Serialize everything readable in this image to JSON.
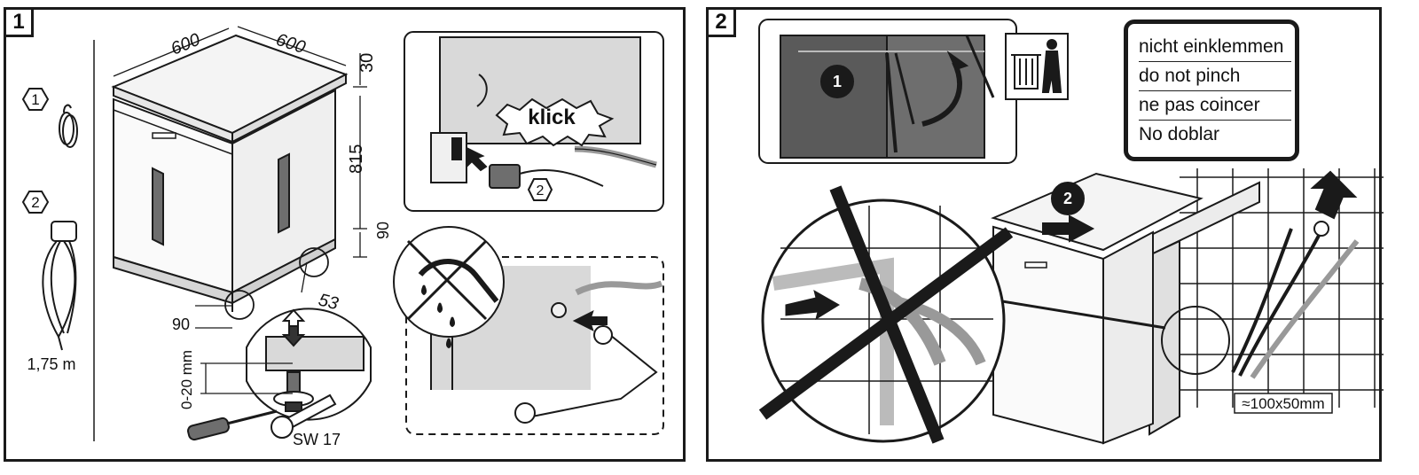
{
  "panels": [
    {
      "number": "1",
      "parts": [
        {
          "badge": "1",
          "name": "hose clip"
        },
        {
          "badge": "2",
          "name": "power cable",
          "length": "1,75 m"
        }
      ],
      "dimensions": {
        "width": "600",
        "depth": "600",
        "top_offset": "30",
        "height": "815",
        "plinth_height": "90",
        "plinth_depth": "53",
        "foot_height_left": "90",
        "foot_adjust_range": "0-20 mm",
        "wrench_size": "SW 17"
      },
      "connect_callout": "klick",
      "connect_badge": "2"
    },
    {
      "number": "2",
      "step_badges": [
        "1",
        "2"
      ],
      "warning_lines": [
        "nicht einklemmen",
        "do not pinch",
        "ne pas coincer",
        "No doblar"
      ],
      "opening_size": "≈100x50mm"
    }
  ],
  "colors": {
    "line": "#1a1a1a",
    "panel_gray": "#d9d9d9",
    "dark_fill": "#6e6e6e",
    "shade": "#b5b5b5"
  }
}
